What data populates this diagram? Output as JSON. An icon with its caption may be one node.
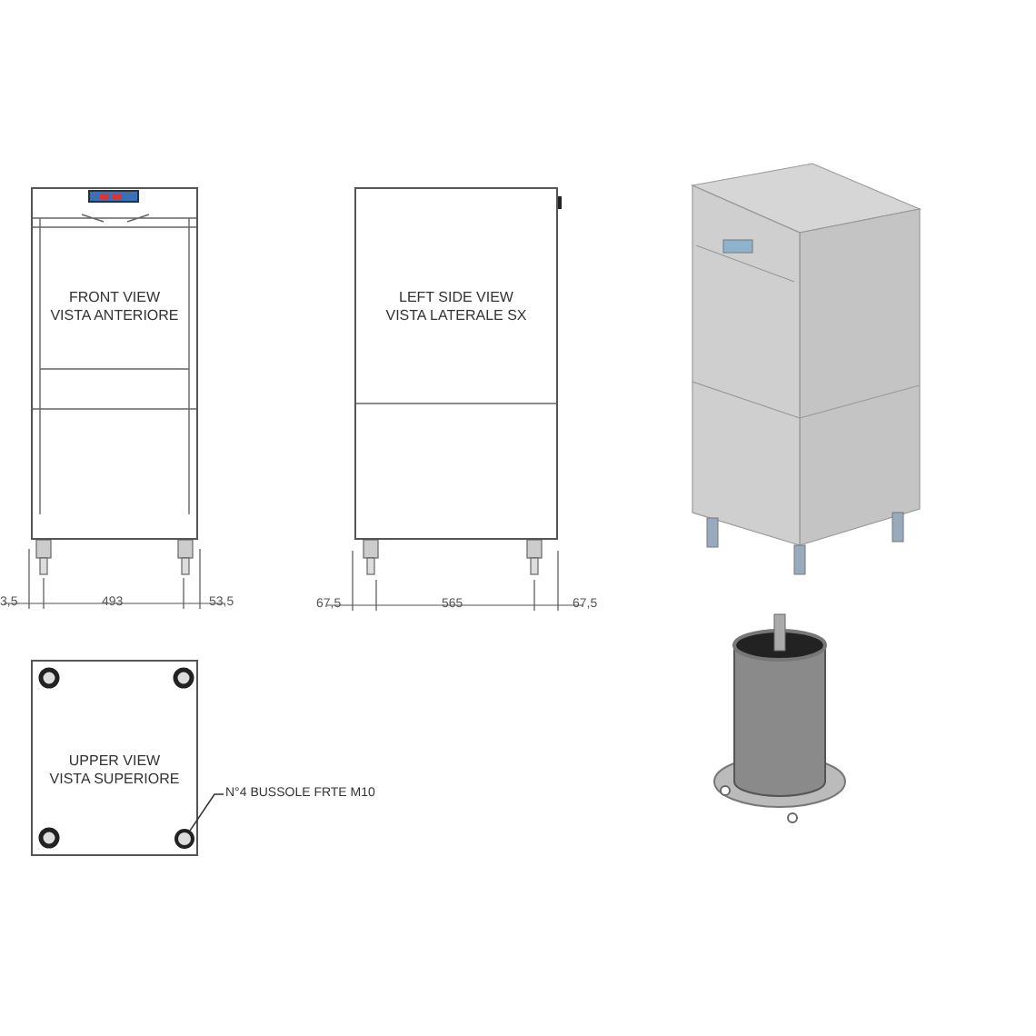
{
  "diagram": {
    "nodes": [
      {
        "text": [
          "FRONT VIEW",
          "VISTA ANTERIORE"
        ]
      },
      {
        "text": [
          "LEFT SIDE VIEW",
          "VISTA LATERALE SX"
        ]
      },
      {
        "text": [
          "UPPER VIEW",
          "VISTA SUPERIORE"
        ]
      },
      {
        "text": [
          "N°4 BUSSOLE FRTE M10"
        ]
      },
      {
        "text": [],
        "shape": "circle",
        "in": 2
      }
    ],
    "edges": [
      {
        "from": 3,
        "to": 4,
        "arrow": "none"
      }
    ],
    "labels": [
      "3,5",
      "493",
      "53,5",
      "67,5",
      "565",
      "67,5"
    ]
  }
}
